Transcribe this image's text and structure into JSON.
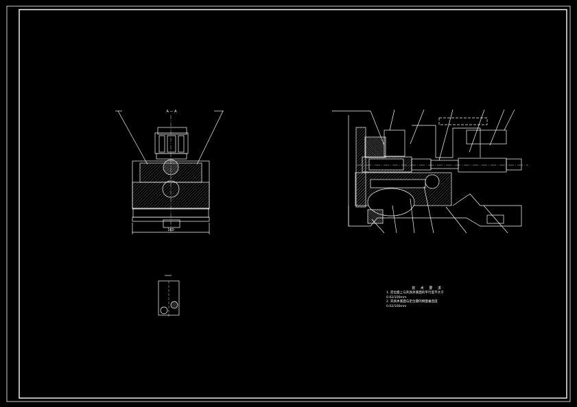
{
  "drawing": {
    "section_label": "A — A",
    "width_dimension": "160"
  },
  "technical_requirements": {
    "title": "技 术 要 求",
    "lines": [
      "1. 定位面上与夹具体底面的平行度不大于",
      "   0.02/100mm",
      "2. 夹具体底面与定位键的侧面垂直度",
      "   0.02/100mm"
    ]
  },
  "colors": {
    "background": "#000000",
    "line": "#ffffff",
    "hatch": "#b0b0b0",
    "centerline": "#d9d9d9"
  }
}
